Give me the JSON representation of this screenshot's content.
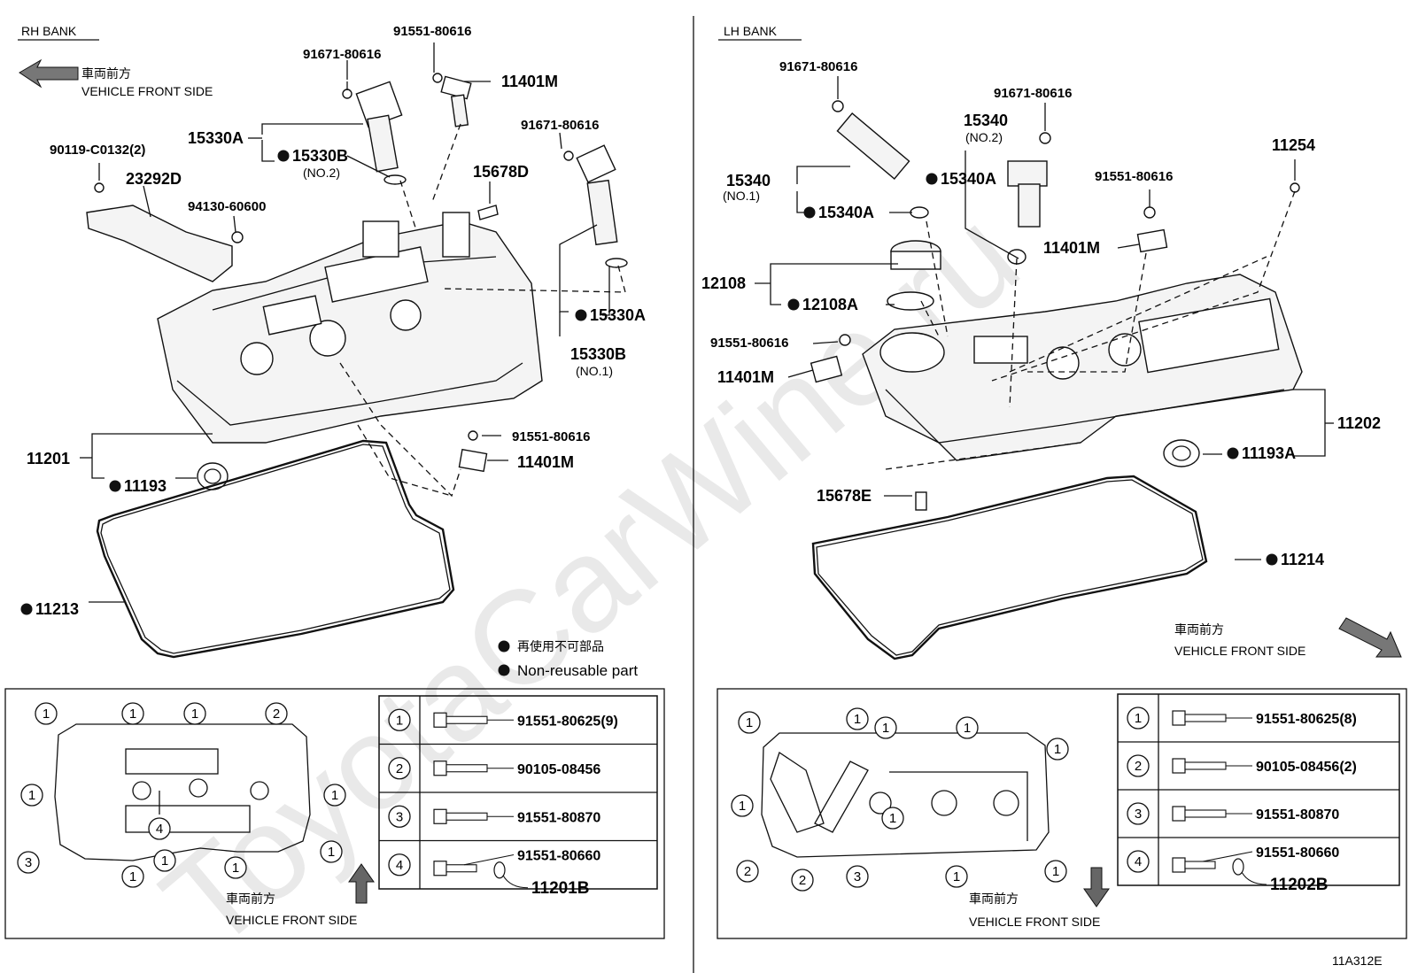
{
  "banks": {
    "rh": "RH BANK",
    "lh": "LH BANK"
  },
  "front": {
    "jp": "車両前方",
    "en": "VEHICLE FRONT SIDE"
  },
  "legend": {
    "jp": "再使用不可部品",
    "en": "Non-reusable part"
  },
  "rh_parts": {
    "p1": "91551-80616",
    "p2": "91671-80616",
    "p3": "11401M",
    "p4": "15330A",
    "p5": "15330B",
    "p5_note": "(NO.2)",
    "p6": "90119-C0132(2)",
    "p7": "23292D",
    "p8": "94130-60600",
    "p9": "15678D",
    "p10": "91671-80616",
    "p11": "15330A",
    "p12": "15330B",
    "p12_note": "(NO.1)",
    "p13": "11201",
    "p14": "11193",
    "p15": "91551-80616",
    "p16": "11401M",
    "p17": "11213"
  },
  "lh_parts": {
    "p1": "91671-80616",
    "p2": "91671-80616",
    "p3": "15340",
    "p3_note": "(NO.2)",
    "p4": "11254",
    "p5": "15340",
    "p5_note": "(NO.1)",
    "p6": "15340A",
    "p7": "15340A",
    "p8": "91551-80616",
    "p9": "11401M",
    "p10": "12108",
    "p11": "12108A",
    "p12": "91551-80616",
    "p13": "11401M",
    "p14": "11202",
    "p15": "11193A",
    "p16": "15678E",
    "p17": "11214"
  },
  "rh_table": [
    {
      "num": "1",
      "part": "91551-80625(9)"
    },
    {
      "num": "2",
      "part": "90105-08456"
    },
    {
      "num": "3",
      "part": "91551-80870"
    },
    {
      "num": "4",
      "part": "91551-80660",
      "part2": "11201B"
    }
  ],
  "lh_table": [
    {
      "num": "1",
      "part": "91551-80625(8)"
    },
    {
      "num": "2",
      "part": "90105-08456(2)"
    },
    {
      "num": "3",
      "part": "91551-80870"
    },
    {
      "num": "4",
      "part": "91551-80660",
      "part2": "11202B"
    }
  ],
  "rh_bolt_map": [
    "1",
    "1",
    "1",
    "2",
    "1",
    "3",
    "1",
    "1",
    "1",
    "1",
    "1",
    "4"
  ],
  "lh_bolt_map": [
    "1",
    "1",
    "1",
    "1",
    "1",
    "1",
    "1",
    "2",
    "2",
    "3",
    "1",
    "1",
    "4"
  ],
  "figure_code": "11A312E",
  "watermark": "ToyotaCarWine.ru"
}
